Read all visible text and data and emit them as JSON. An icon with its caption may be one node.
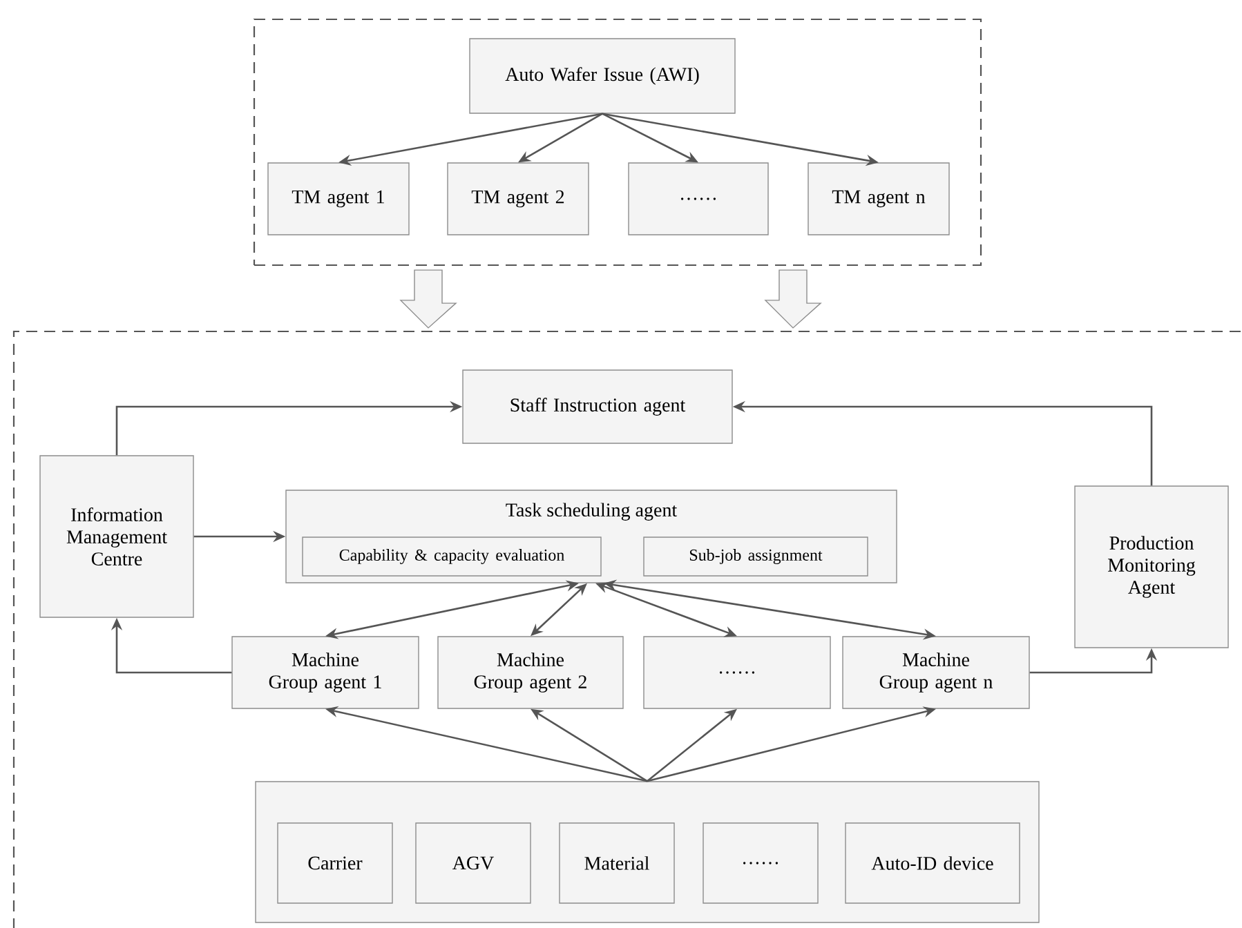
{
  "diagram": {
    "nodes": [
      {
        "text": [],
        "shape": "box"
      },
      {
        "text": [
          "Auto Wafer Issue (AWI)"
        ],
        "in": 0
      },
      {
        "text": [
          "TM agent 1"
        ],
        "in": 0
      },
      {
        "text": [
          "TM agent 2"
        ],
        "in": 0
      },
      {
        "text": [
          "……"
        ],
        "in": 0
      },
      {
        "text": [
          "TM agent n"
        ],
        "in": 0
      },
      {
        "text": [],
        "shape": "box"
      },
      {
        "text": [
          "Staff Instruction agent"
        ],
        "in": 6
      },
      {
        "text": [
          "Information Management Centre"
        ],
        "in": 6
      },
      {
        "text": [
          "Task scheduling agent"
        ],
        "in": 6
      },
      {
        "text": [
          "Capability & capacity evaluation"
        ],
        "in": 9
      },
      {
        "text": [
          "Sub-job assignment"
        ],
        "in": 9
      },
      {
        "text": [
          "Production Monitoring Agent"
        ],
        "in": 6
      },
      {
        "text": [
          "Machine Group agent 1"
        ],
        "in": 6
      },
      {
        "text": [
          "Machine Group agent 2"
        ],
        "in": 6
      },
      {
        "text": [
          "……"
        ],
        "in": 6
      },
      {
        "text": [
          "Machine Group agent n"
        ],
        "in": 6
      },
      {
        "text": [],
        "shape": "box",
        "in": 6
      },
      {
        "text": [
          "Carrier"
        ],
        "in": 17
      },
      {
        "text": [
          "AGV"
        ],
        "in": 17
      },
      {
        "text": [
          "Material"
        ],
        "in": 17
      },
      {
        "text": [
          "……"
        ],
        "in": 17
      },
      {
        "text": [
          "Auto-ID device"
        ],
        "in": 17
      }
    ],
    "edges": [
      {
        "from": 1,
        "to": 2,
        "arrow": "to"
      },
      {
        "from": 1,
        "to": 3,
        "arrow": "to"
      },
      {
        "from": 1,
        "to": 4,
        "arrow": "to"
      },
      {
        "from": 1,
        "to": 5,
        "arrow": "to"
      },
      {
        "from": 0,
        "to": 6,
        "arrow": "to",
        "style": "thick"
      },
      {
        "from": 0,
        "to": 6,
        "arrow": "to",
        "style": "thick"
      },
      {
        "from": 8,
        "to": 7,
        "arrow": "to"
      },
      {
        "from": 12,
        "to": 7,
        "arrow": "to"
      },
      {
        "from": 8,
        "to": 9,
        "arrow": "to"
      },
      {
        "from": 9,
        "to": 13,
        "arrow": "both"
      },
      {
        "from": 9,
        "to": 14,
        "arrow": "both"
      },
      {
        "from": 9,
        "to": 15,
        "arrow": "both"
      },
      {
        "from": 9,
        "to": 16,
        "arrow": "both"
      },
      {
        "from": 17,
        "to": 13,
        "arrow": "to"
      },
      {
        "from": 17,
        "to": 14,
        "arrow": "to"
      },
      {
        "from": 17,
        "to": 15,
        "arrow": "to"
      },
      {
        "from": 17,
        "to": 16,
        "arrow": "to"
      },
      {
        "from": 13,
        "to": 8,
        "arrow": "to"
      },
      {
        "from": 16,
        "to": 12,
        "arrow": "to"
      }
    ]
  }
}
